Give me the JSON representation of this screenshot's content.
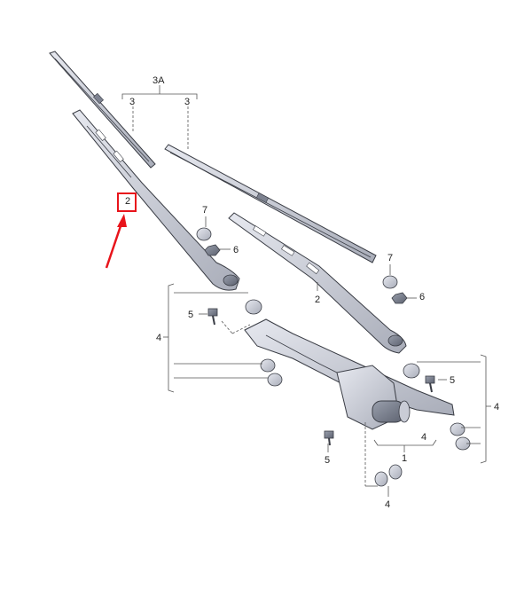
{
  "diagram": {
    "labels": {
      "group_3a": "3A",
      "blade_left": "3",
      "blade_right": "3",
      "arm_left": "2",
      "arm_right": "2",
      "cap_left": "7",
      "cap_right": "7",
      "nut_left": "6",
      "nut_right": "6",
      "bolt_left": "5",
      "bolt_right": "5",
      "bolt_bottom": "5",
      "group_left": "4",
      "group_right": "4",
      "group_bottom_a": "4",
      "group_bottom_b": "4",
      "motor_linkage": "1"
    },
    "highlight": {
      "color": "#e8141b",
      "target_label": "arm_left"
    },
    "part_color": "#c9ccd6",
    "part_stroke": "#3a3d45"
  }
}
